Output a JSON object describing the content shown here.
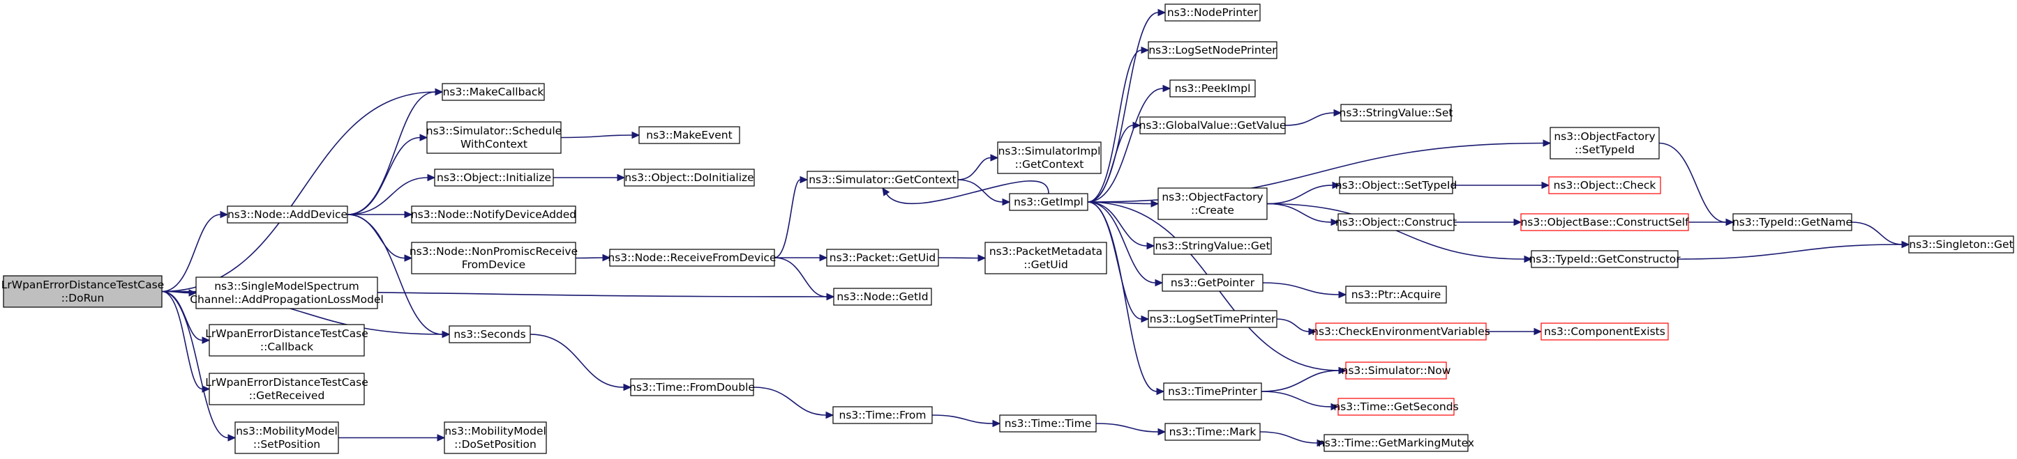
{
  "graph": {
    "nodes": [
      {
        "id": "root",
        "lines": [
          "LrWpanErrorDistanceTestCase",
          "::DoRun"
        ],
        "style": "root"
      },
      {
        "id": "addDevice",
        "lines": [
          "ns3::Node::AddDevice"
        ]
      },
      {
        "id": "singleModel",
        "lines": [
          "ns3::SingleModelSpectrum",
          "Channel::AddPropagationLossModel"
        ]
      },
      {
        "id": "callback",
        "lines": [
          "LrWpanErrorDistanceTestCase",
          "::Callback"
        ]
      },
      {
        "id": "getReceived",
        "lines": [
          "LrWpanErrorDistanceTestCase",
          "::GetReceived"
        ]
      },
      {
        "id": "setPosition",
        "lines": [
          "ns3::MobilityModel",
          "::SetPosition"
        ]
      },
      {
        "id": "makeCallback",
        "lines": [
          "ns3::MakeCallback"
        ]
      },
      {
        "id": "simSchedule",
        "lines": [
          "ns3::Simulator::Schedule",
          "WithContext"
        ]
      },
      {
        "id": "objInit",
        "lines": [
          "ns3::Object::Initialize"
        ]
      },
      {
        "id": "notifyDev",
        "lines": [
          "ns3::Node::NotifyDeviceAdded"
        ]
      },
      {
        "id": "nonPromisc",
        "lines": [
          "ns3::Node::NonPromiscReceive",
          "FromDevice"
        ]
      },
      {
        "id": "seconds",
        "lines": [
          "ns3::Seconds"
        ]
      },
      {
        "id": "doSetPosition",
        "lines": [
          "ns3::MobilityModel",
          "::DoSetPosition"
        ]
      },
      {
        "id": "makeEvent",
        "lines": [
          "ns3::MakeEvent"
        ]
      },
      {
        "id": "doInitialize",
        "lines": [
          "ns3::Object::DoInitialize"
        ]
      },
      {
        "id": "receiveFromDevice",
        "lines": [
          "ns3::Node::ReceiveFromDevice"
        ]
      },
      {
        "id": "fromDouble",
        "lines": [
          "ns3::Time::FromDouble"
        ]
      },
      {
        "id": "simGetContext",
        "lines": [
          "ns3::Simulator::GetContext"
        ]
      },
      {
        "id": "packetGetUid",
        "lines": [
          "ns3::Packet::GetUid"
        ]
      },
      {
        "id": "nodeGetId",
        "lines": [
          "ns3::Node::GetId"
        ]
      },
      {
        "id": "timeFrom",
        "lines": [
          "ns3::Time::From"
        ]
      },
      {
        "id": "simImplGetContext",
        "lines": [
          "ns3::SimulatorImpl",
          "::GetContext"
        ]
      },
      {
        "id": "getImpl",
        "lines": [
          "ns3::GetImpl"
        ]
      },
      {
        "id": "pktMetaGetUid",
        "lines": [
          "ns3::PacketMetadata",
          "::GetUid"
        ]
      },
      {
        "id": "timeTime",
        "lines": [
          "ns3::Time::Time"
        ]
      },
      {
        "id": "nodePrinter",
        "lines": [
          "ns3::NodePrinter"
        ]
      },
      {
        "id": "logSetNodePrinter",
        "lines": [
          "ns3::LogSetNodePrinter"
        ]
      },
      {
        "id": "peekImpl",
        "lines": [
          "ns3::PeekImpl"
        ]
      },
      {
        "id": "globalValueGet",
        "lines": [
          "ns3::GlobalValue::GetValue"
        ]
      },
      {
        "id": "objFactoryCreate",
        "lines": [
          "ns3::ObjectFactory",
          "::Create"
        ]
      },
      {
        "id": "stringValueGet",
        "lines": [
          "ns3::StringValue::Get"
        ]
      },
      {
        "id": "getPointer",
        "lines": [
          "ns3::GetPointer"
        ]
      },
      {
        "id": "logSetTimePrinter",
        "lines": [
          "ns3::LogSetTimePrinter"
        ]
      },
      {
        "id": "timePrinter",
        "lines": [
          "ns3::TimePrinter"
        ]
      },
      {
        "id": "timeMark",
        "lines": [
          "ns3::Time::Mark"
        ]
      },
      {
        "id": "stringValueSet",
        "lines": [
          "ns3::StringValue::Set"
        ]
      },
      {
        "id": "objSetTypeId",
        "lines": [
          "ns3::Object::SetTypeId"
        ]
      },
      {
        "id": "objConstruct",
        "lines": [
          "ns3::Object::Construct"
        ]
      },
      {
        "id": "ptrAcquire",
        "lines": [
          "ns3::Ptr::Acquire"
        ]
      },
      {
        "id": "checkEnvVars",
        "lines": [
          "ns3::CheckEnvironmentVariables"
        ],
        "style": "red"
      },
      {
        "id": "simNow",
        "lines": [
          "ns3::Simulator::Now"
        ],
        "style": "red"
      },
      {
        "id": "timeGetSeconds",
        "lines": [
          "ns3::Time::GetSeconds"
        ],
        "style": "red"
      },
      {
        "id": "getMarkingMutex",
        "lines": [
          "ns3::Time::GetMarkingMutex"
        ]
      },
      {
        "id": "objFactorySetTypeId",
        "lines": [
          "ns3::ObjectFactory",
          "::SetTypeId"
        ]
      },
      {
        "id": "objectCheck",
        "lines": [
          "ns3::Object::Check"
        ],
        "style": "red"
      },
      {
        "id": "objBaseConstructSelf",
        "lines": [
          "ns3::ObjectBase::ConstructSelf"
        ],
        "style": "red"
      },
      {
        "id": "typeIdGetConstructor",
        "lines": [
          "ns3::TypeId::GetConstructor"
        ]
      },
      {
        "id": "componentExists",
        "lines": [
          "ns3::ComponentExists"
        ],
        "style": "red"
      },
      {
        "id": "typeIdGetName",
        "lines": [
          "ns3::TypeId::GetName"
        ]
      },
      {
        "id": "singletonGet",
        "lines": [
          "ns3::Singleton::Get"
        ]
      }
    ],
    "edges": [
      [
        "root",
        "addDevice"
      ],
      [
        "root",
        "singleModel"
      ],
      [
        "root",
        "callback"
      ],
      [
        "root",
        "getReceived"
      ],
      [
        "root",
        "setPosition"
      ],
      [
        "root",
        "makeCallback"
      ],
      [
        "root",
        "seconds"
      ],
      [
        "root",
        "nodeGetId"
      ],
      [
        "addDevice",
        "makeCallback"
      ],
      [
        "addDevice",
        "simSchedule"
      ],
      [
        "addDevice",
        "objInit"
      ],
      [
        "addDevice",
        "notifyDev"
      ],
      [
        "addDevice",
        "nonPromisc"
      ],
      [
        "addDevice",
        "seconds"
      ],
      [
        "setPosition",
        "doSetPosition"
      ],
      [
        "simSchedule",
        "makeEvent"
      ],
      [
        "objInit",
        "doInitialize"
      ],
      [
        "nonPromisc",
        "receiveFromDevice"
      ],
      [
        "seconds",
        "fromDouble"
      ],
      [
        "receiveFromDevice",
        "simGetContext"
      ],
      [
        "receiveFromDevice",
        "packetGetUid"
      ],
      [
        "receiveFromDevice",
        "nodeGetId"
      ],
      [
        "fromDouble",
        "timeFrom"
      ],
      [
        "simGetContext",
        "simImplGetContext"
      ],
      [
        "simGetContext",
        "getImpl"
      ],
      [
        "packetGetUid",
        "pktMetaGetUid"
      ],
      [
        "timeFrom",
        "timeTime"
      ],
      [
        "getImpl",
        "simGetContext"
      ],
      [
        "getImpl",
        "nodePrinter"
      ],
      [
        "getImpl",
        "logSetNodePrinter"
      ],
      [
        "getImpl",
        "peekImpl"
      ],
      [
        "getImpl",
        "globalValueGet"
      ],
      [
        "getImpl",
        "objFactorySetTypeId"
      ],
      [
        "getImpl",
        "objFactoryCreate"
      ],
      [
        "getImpl",
        "stringValueGet"
      ],
      [
        "getImpl",
        "getPointer"
      ],
      [
        "getImpl",
        "logSetTimePrinter"
      ],
      [
        "getImpl",
        "simNow"
      ],
      [
        "getImpl",
        "timePrinter"
      ],
      [
        "timeTime",
        "timeMark"
      ],
      [
        "globalValueGet",
        "stringValueSet"
      ],
      [
        "objFactoryCreate",
        "objSetTypeId"
      ],
      [
        "objFactoryCreate",
        "objConstruct"
      ],
      [
        "objFactoryCreate",
        "typeIdGetConstructor"
      ],
      [
        "getPointer",
        "ptrAcquire"
      ],
      [
        "logSetTimePrinter",
        "checkEnvVars"
      ],
      [
        "timePrinter",
        "simNow"
      ],
      [
        "timePrinter",
        "timeGetSeconds"
      ],
      [
        "timeMark",
        "getMarkingMutex"
      ],
      [
        "objSetTypeId",
        "objectCheck"
      ],
      [
        "objConstruct",
        "objBaseConstructSelf"
      ],
      [
        "checkEnvVars",
        "componentExists"
      ],
      [
        "objFactorySetTypeId",
        "typeIdGetName"
      ],
      [
        "objBaseConstructSelf",
        "typeIdGetName"
      ],
      [
        "typeIdGetName",
        "singletonGet"
      ],
      [
        "typeIdGetConstructor",
        "singletonGet"
      ]
    ]
  }
}
